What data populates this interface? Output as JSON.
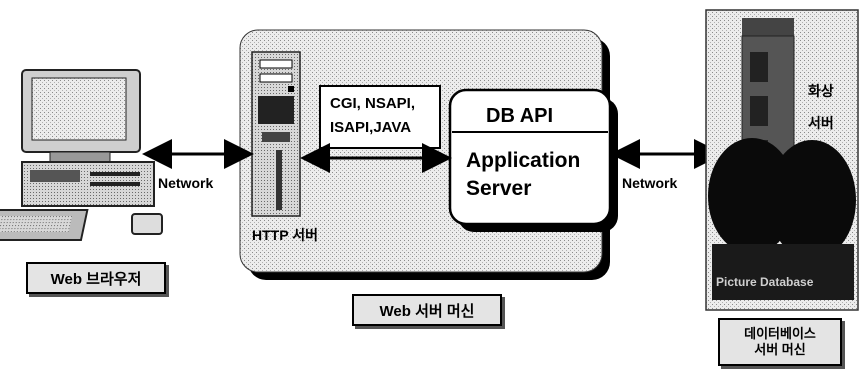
{
  "diagram": {
    "web_server_box": {
      "http_server_label": "HTTP 서버",
      "interfaces_line1": "CGI, NSAPI,",
      "interfaces_line2": "ISAPI,JAVA",
      "app_server": {
        "db_api_label": "DB API",
        "app_label_line1": "Application",
        "app_label_line2": "Server"
      }
    },
    "network_left": "Network",
    "network_right": "Network",
    "image_server_label_line1": "화상",
    "image_server_label_line2": "서버",
    "db_overlay_label": "Picture Database",
    "captions": {
      "browser": "Web 브라우저",
      "web_server_machine": "Web 서버 머신",
      "db_server_line1": "데이터베이스",
      "db_server_line2": "서버 머신"
    }
  },
  "colors": {
    "panel": "#e0e0e0",
    "shadow": "#000000",
    "arrow": "#000000"
  }
}
